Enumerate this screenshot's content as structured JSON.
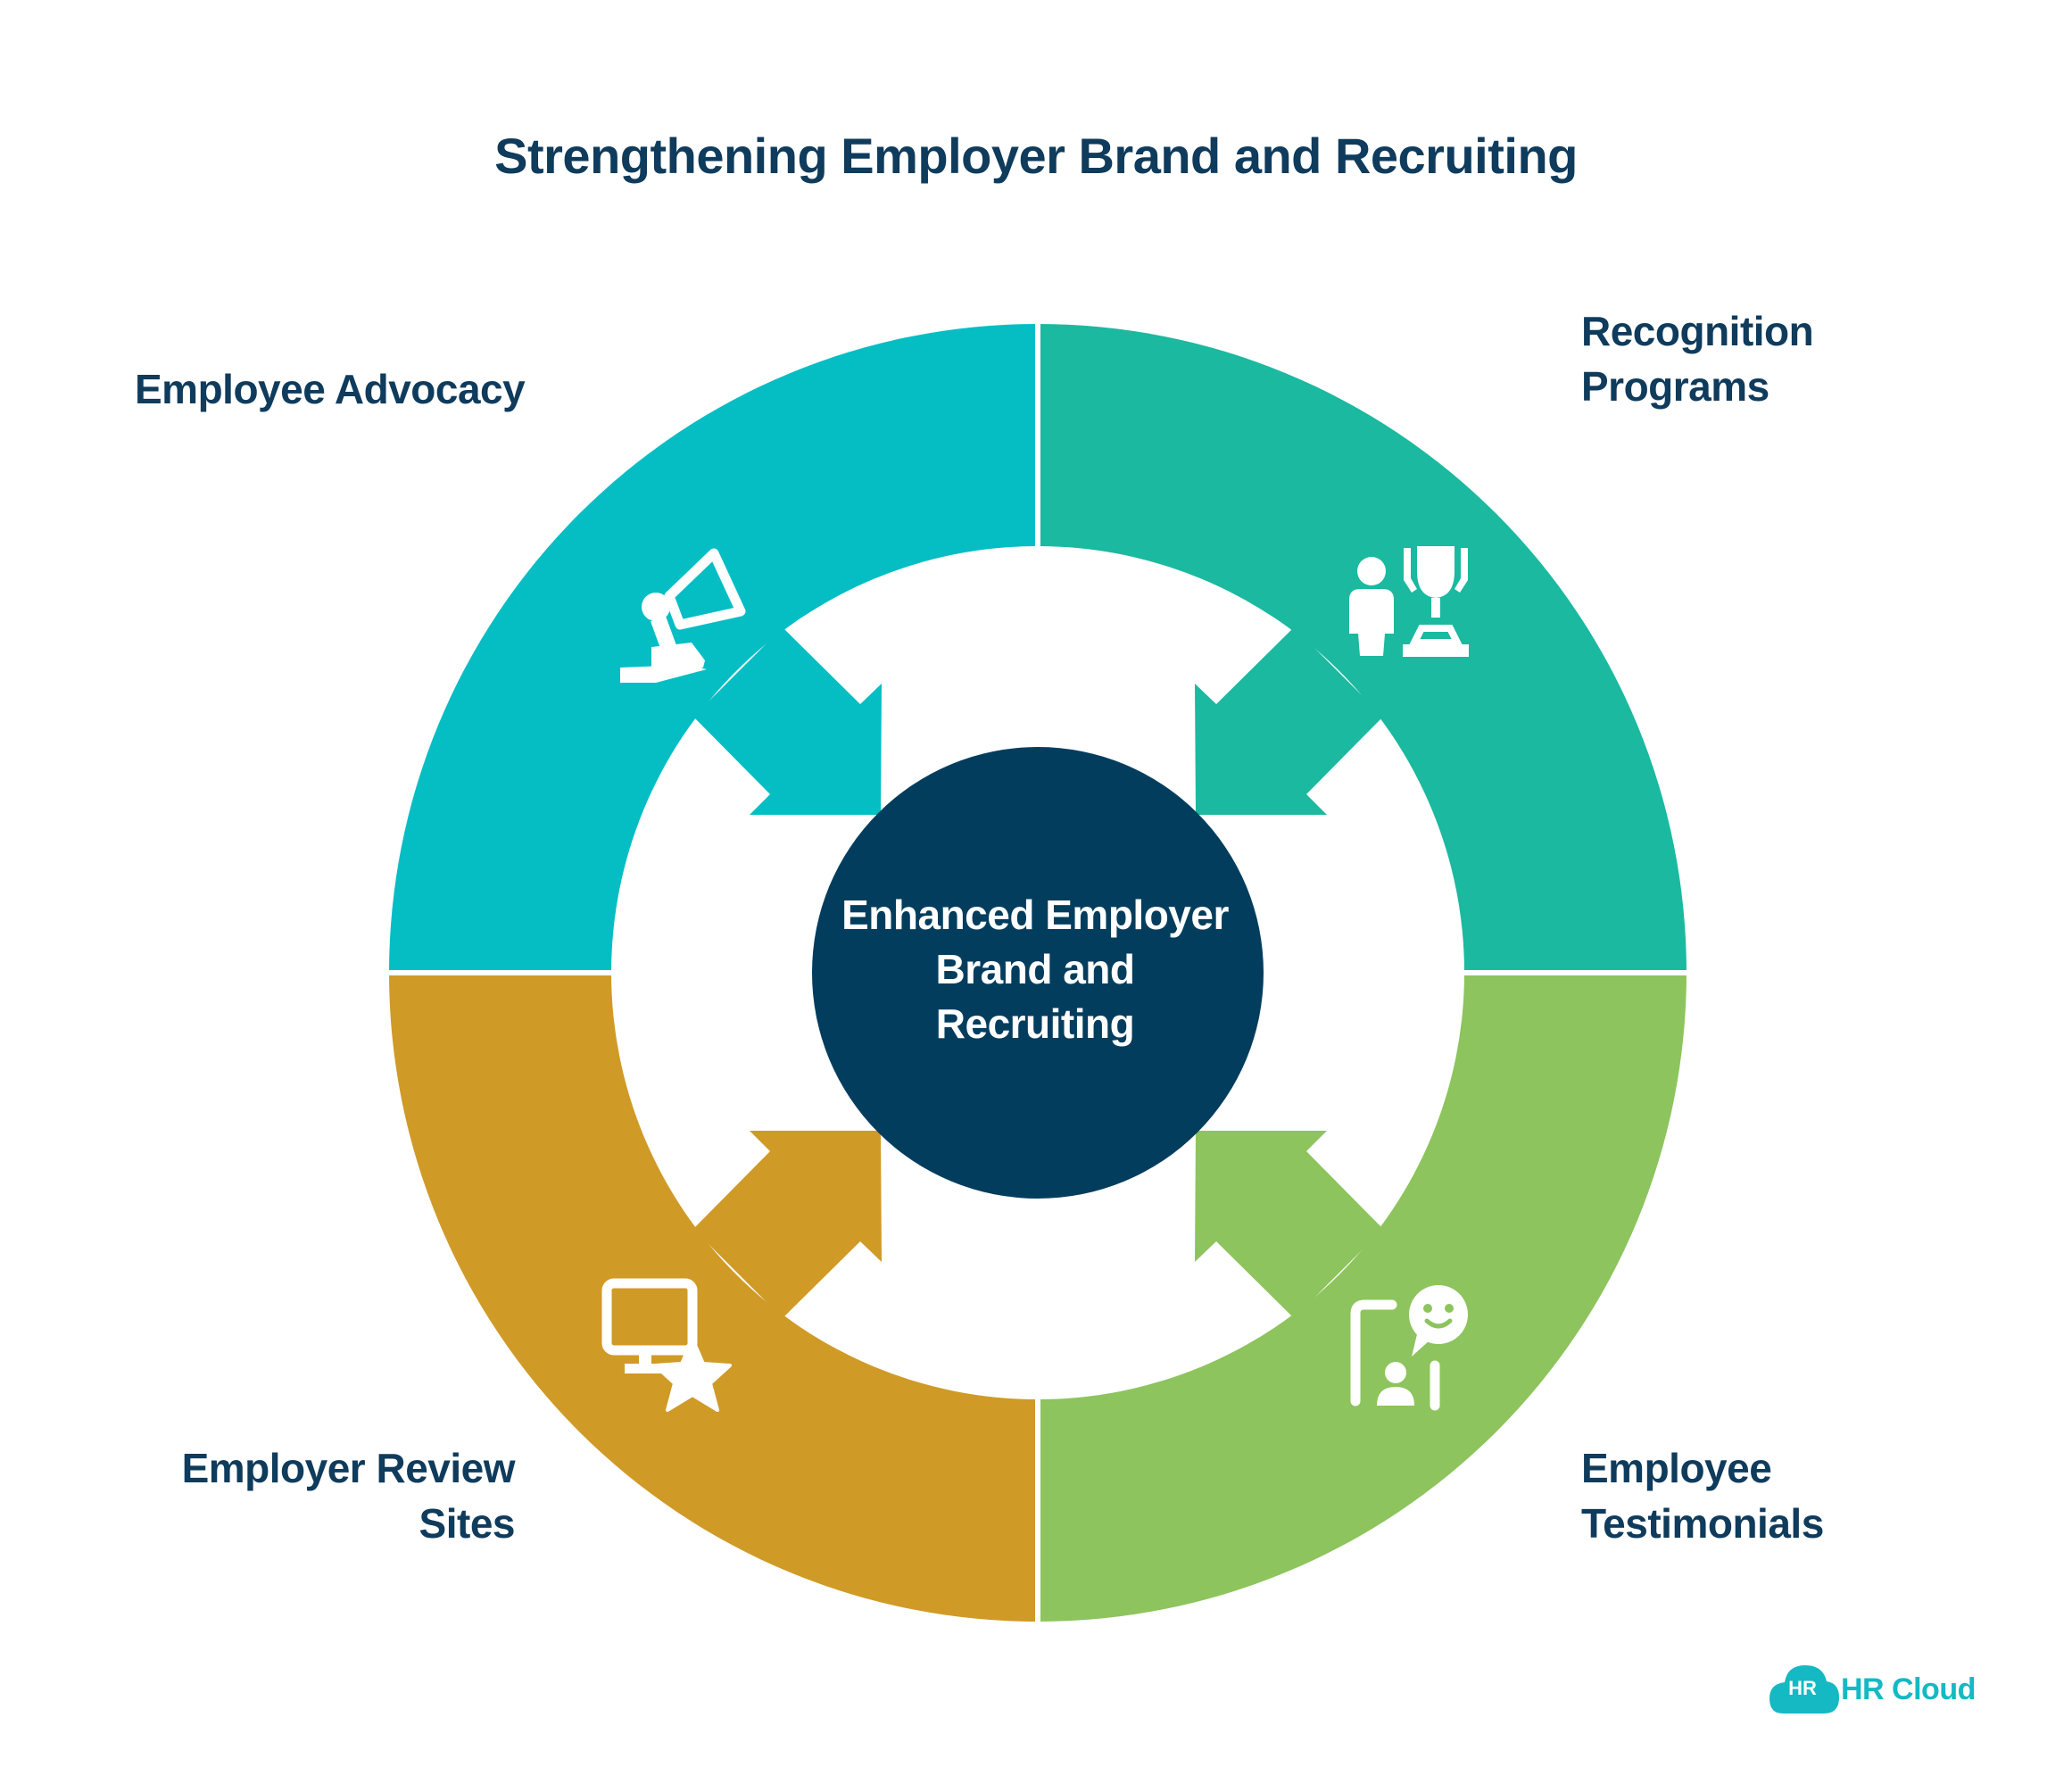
{
  "title": "Strengthening Employer Brand and Recruiting",
  "center": {
    "line1": "Enhanced Employer",
    "line2": "Brand and",
    "line3": "Recruiting",
    "color": "#033d5e"
  },
  "segments": [
    {
      "id": "advocacy",
      "line1": "Employee Advocacy",
      "line2": "",
      "color": "#04bec4",
      "icon": "megaphone-icon"
    },
    {
      "id": "recognition",
      "line1": "Recognition",
      "line2": "Programs",
      "color": "#1bb99f",
      "icon": "trophy-person-icon"
    },
    {
      "id": "testimonials",
      "line1": "Employee",
      "line2": "Testimonials",
      "color": "#8dc45d",
      "icon": "speech-bubble-person-icon"
    },
    {
      "id": "review",
      "line1": "Employer Review",
      "line2": "Sites",
      "color": "#d09a27",
      "icon": "monitor-star-icon"
    }
  ],
  "brand": {
    "badge": "HR",
    "name": "HR Cloud",
    "color": "#14b9c3"
  },
  "text_color": "#0f3b5c"
}
